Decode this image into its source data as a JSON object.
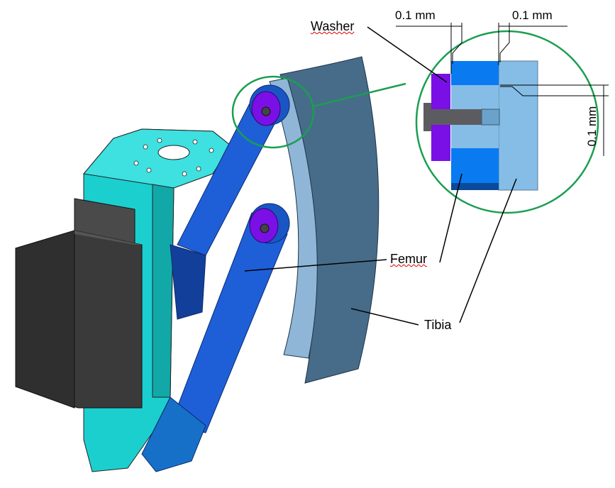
{
  "labels": {
    "washer": "Washer",
    "femur": "Femur",
    "tibia": "Tibia"
  },
  "dimensions": {
    "top_left": "0.1 mm",
    "top_right": "0.1 mm",
    "vertical": "0.1 mm"
  },
  "colors": {
    "bracket": "#1ccfcf",
    "servo": "#3c3c3c",
    "femur": "#1e5fd8",
    "tibia": "#4a6f8c",
    "tibia_light": "#85bde6",
    "washer": "#7a10e6",
    "callout_circle": "#1a9e50"
  }
}
